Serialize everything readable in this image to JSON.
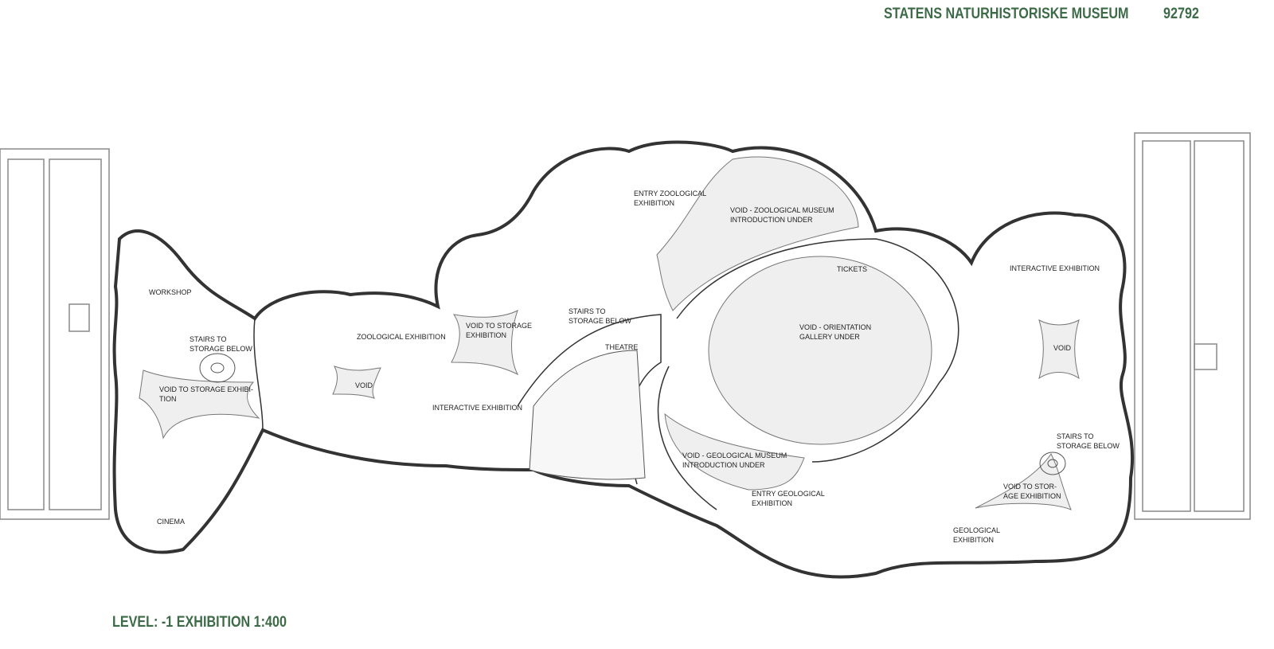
{
  "header": {
    "title": "STATENS NATURHISTORISKE MUSEUM",
    "project_number": "92792"
  },
  "footer": {
    "level_label": "LEVEL: -1  EXHIBITION  1:400"
  },
  "colors": {
    "title_green": "#3d6b47",
    "void_fill": "#efefef",
    "wall": "#333333"
  },
  "rooms": [
    {
      "line1": "WORKSHOP",
      "line2": ""
    },
    {
      "line1": "STAIRS TO",
      "line2": "STORAGE BELOW"
    },
    {
      "line1": "VOID TO STORAGE EXHIBI-",
      "line2": "TION"
    },
    {
      "line1": "CINEMA",
      "line2": ""
    },
    {
      "line1": "ZOOLOGICAL EXHIBITION",
      "line2": ""
    },
    {
      "line1": "VOID",
      "line2": ""
    },
    {
      "line1": "VOID TO STORAGE",
      "line2": "EXHIBITION"
    },
    {
      "line1": "INTERACTIVE EXHIBITION",
      "line2": ""
    },
    {
      "line1": "ENTRY ZOOLOGICAL",
      "line2": "EXHIBITION"
    },
    {
      "line1": "VOID - ZOOLOGICAL MUSEUM",
      "line2": "INTRODUCTION UNDER"
    },
    {
      "line1": "STAIRS TO",
      "line2": "STORAGE BELOW"
    },
    {
      "line1": "THEATRE",
      "line2": ""
    },
    {
      "line1": "TICKETS",
      "line2": ""
    },
    {
      "line1": "VOID  -  ORIENTATION",
      "line2": "GALLERY UNDER"
    },
    {
      "line1": "VOID - GEOLOGICAL MUSEUM",
      "line2": "INTRODUCTION UNDER"
    },
    {
      "line1": "ENTRY  GEOLOGICAL",
      "line2": "EXHIBITION"
    },
    {
      "line1": "INTERACTIVE EXHIBITION",
      "line2": ""
    },
    {
      "line1": "VOID",
      "line2": ""
    },
    {
      "line1": "STAIRS TO",
      "line2": "STORAGE BELOW"
    },
    {
      "line1": "VOID  TO  STOR-",
      "line2": "AGE EXHIBITION"
    },
    {
      "line1": "GEOLOGICAL",
      "line2": "EXHIBITION"
    }
  ]
}
